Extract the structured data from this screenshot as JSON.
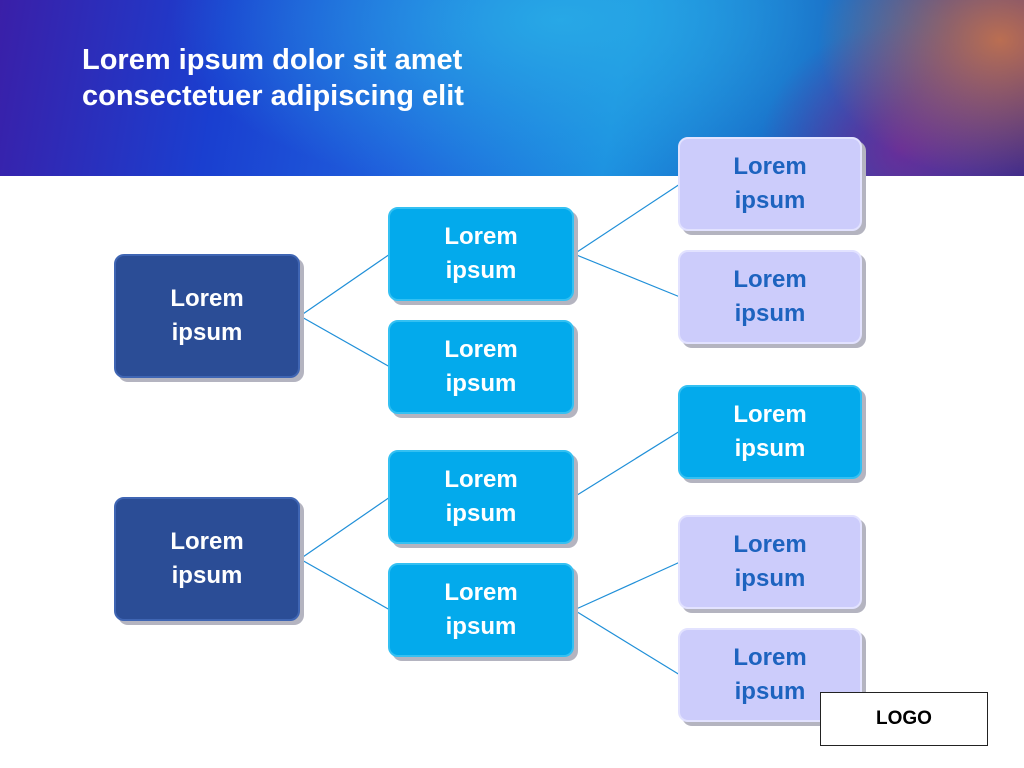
{
  "slide": {
    "title_line1": "Lorem ipsum dolor sit amet",
    "title_line2": "consectetuer adipiscing elit",
    "logo": "LOGO"
  },
  "tree": {
    "group1": {
      "root": "Lorem\nipsum",
      "branch_a": "Lorem\nipsum",
      "branch_b": "Lorem\nipsum",
      "leaf_a1": "Lorem\nipsum",
      "leaf_a2": "Lorem\nipsum"
    },
    "group2": {
      "root": "Lorem\nipsum",
      "branch_a": "Lorem\nipsum",
      "branch_b": "Lorem\nipsum",
      "leaf_a1": "Lorem\nipsum",
      "leaf_b1": "Lorem\nipsum",
      "leaf_b2": "Lorem\nipsum"
    }
  },
  "colors": {
    "root": "#2b4d96",
    "branch": "#03aaec",
    "leaf_light": "#ccccfb",
    "leaf_light_text": "#1d63bf",
    "connector": "#1f8fd8"
  }
}
